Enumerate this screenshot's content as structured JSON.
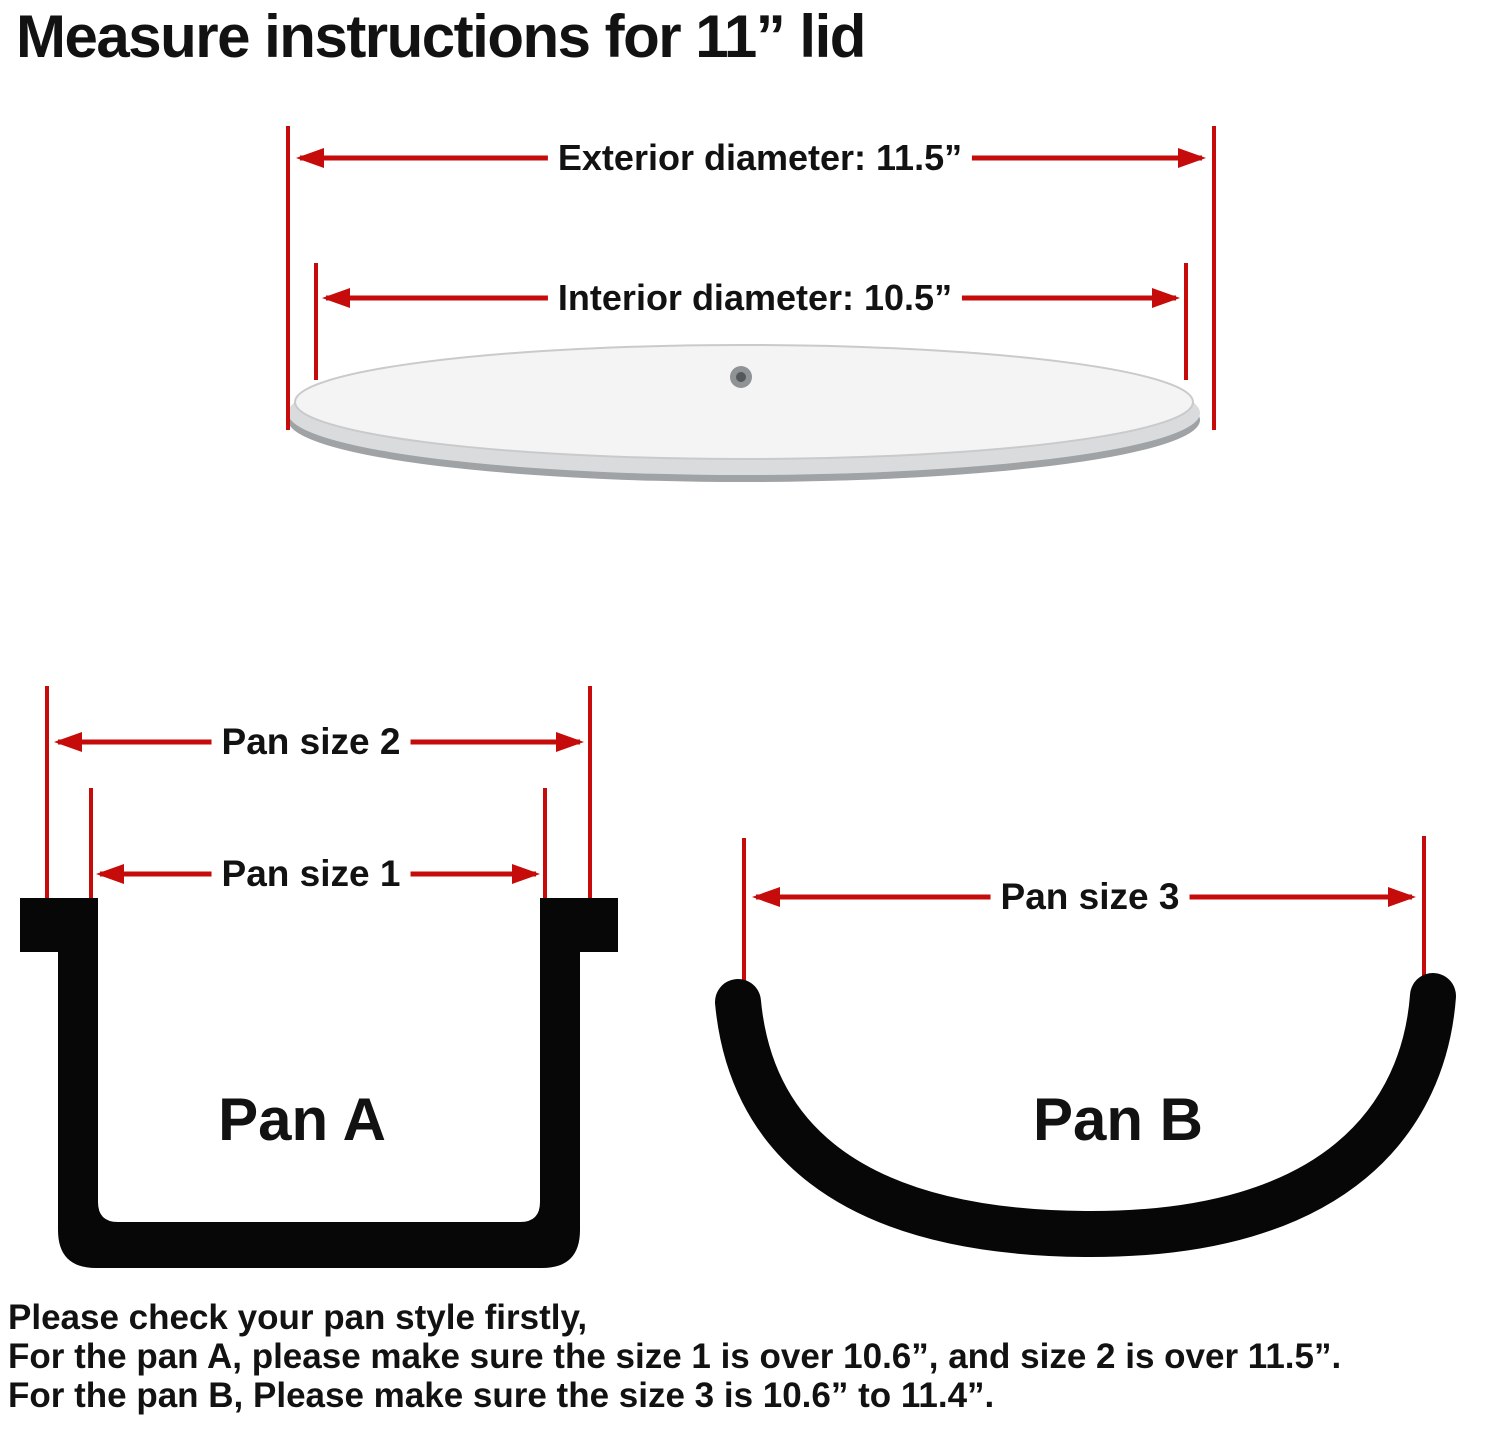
{
  "title": "Measure instructions for 11” lid",
  "lid": {
    "exterior_label": "Exterior diameter: 11.5”",
    "interior_label": "Interior diameter: 10.5”"
  },
  "pans": {
    "pan_a": {
      "name": "Pan A",
      "size1_label": "Pan size 1",
      "size2_label": "Pan size 2"
    },
    "pan_b": {
      "name": "Pan B",
      "size3_label": "Pan size 3"
    }
  },
  "notes": {
    "line1": "Please check your pan style firstly,",
    "line2": "For the pan A, please make sure the size 1 is over 10.6”, and size 2 is over 11.5”.",
    "line3": "For the pan B, Please make sure the size 3 is 10.6” to 11.4”."
  },
  "colors": {
    "arrow_red": "#c60b0b",
    "pan_black": "#070707",
    "text_black": "#121212",
    "lid_rim": "#d9dbdd",
    "lid_glass": "#f4f4f5"
  }
}
